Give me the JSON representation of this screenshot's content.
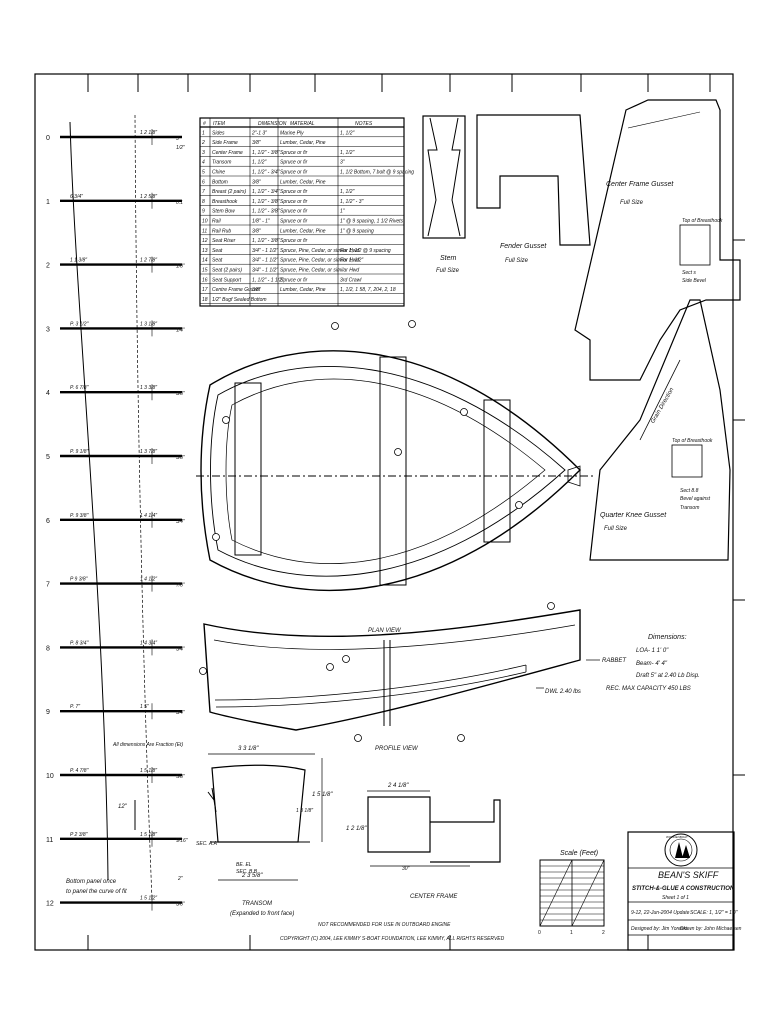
{
  "offsets": {
    "stations": [
      {
        "n": "0",
        "left": "",
        "right": "1 2 1/8\"",
        "right2": "3",
        "right3": "1/2\""
      },
      {
        "n": "1",
        "left": "6 3/4\"",
        "right": "1 2 5/8\"",
        "right2": "0.1"
      },
      {
        "n": "2",
        "left": "1 1 3/8\"",
        "right": "1 2 7/8\"",
        "right2": "1/8\""
      },
      {
        "n": "3",
        "left": "P. 3 1/2\"",
        "right": "1 3 1/8\"",
        "right2": "1/4\""
      },
      {
        "n": "4",
        "left": "P. 6 7/8\"",
        "right": "1 3 3/8\"",
        "right2": "3/8\""
      },
      {
        "n": "5",
        "left": "P. 9 1/8\"",
        "right": "1 3 7/8\"",
        "right2": "3/8\""
      },
      {
        "n": "6",
        "left": "P. 9 3/8\"",
        "right": "1 4 1/4\"",
        "right2": "3/4\""
      },
      {
        "n": "7",
        "left": "P 9 3/8\"",
        "right": "1 4 1/2\"",
        "right2": "7/8\""
      },
      {
        "n": "8",
        "left": "P. 8 3/4\"",
        "right": "1 4 3/4\"",
        "right2": "3/4\""
      },
      {
        "n": "9",
        "left": "P. 7\"",
        "right": "1 5\"",
        "right2": "3/4\""
      },
      {
        "n": "10",
        "left": "P. 4 7/8\"",
        "right": "1 5 1/8\"",
        "right2": "5/8\""
      },
      {
        "n": "11",
        "left": "P 2 3/8\"",
        "right": "1 5 1/8\"",
        "right2": "9/16\""
      },
      {
        "n": "12",
        "left": "",
        "right": "1 5 1/2\"",
        "right2": "3/8\""
      }
    ],
    "note_fitted": "All dimensions Are Fraction (Et)",
    "note_twelve": "12\"",
    "bottom_note_1": "Bottom panel once",
    "bottom_note_2": "to panel the curve of fit",
    "bottom_z": "2\""
  },
  "bom": {
    "headers": [
      "#",
      "ITEM",
      "DIMENSION",
      "MATERIAL",
      "NOTES"
    ],
    "rows": [
      {
        "n": "1",
        "item": "Sides",
        "dim": "2\"-1 3\"",
        "mat": "Marine Ply",
        "note": "1, 1/2\""
      },
      {
        "n": "2",
        "item": "Side Frame",
        "dim": "3/8\"",
        "mat": "Lumber, Cedar, Pine",
        "note": ""
      },
      {
        "n": "3",
        "item": "Center Frame",
        "dim": "1, 1/2\" - 3/8\"",
        "mat": "Spruce or fir",
        "note": "1, 1/2\""
      },
      {
        "n": "4",
        "item": "Transom",
        "dim": "1, 1/2\"",
        "mat": "Spruce or fir",
        "note": "3\""
      },
      {
        "n": "5",
        "item": "Chine",
        "dim": "1, 1/2\" - 3/4\"",
        "mat": "Spruce or fir",
        "note": "1, 1/2 Bottom, 7 bolt @ 9 spacing"
      },
      {
        "n": "6",
        "item": "Bottom",
        "dim": "3/8\"",
        "mat": "Lumber, Cedar, Pine",
        "note": ""
      },
      {
        "n": "7",
        "item": "Breast (2 pairs)",
        "dim": "1, 1/2\" - 3/4\"",
        "mat": "Spruce or fir",
        "note": "1, 1/2\""
      },
      {
        "n": "8",
        "item": "Breasthook",
        "dim": "1, 1/2\" - 3/8\"",
        "mat": "Spruce or fir",
        "note": "1, 1/2\" - 3\""
      },
      {
        "n": "9",
        "item": "Stem Bow",
        "dim": "1, 1/2\" - 3/8\"",
        "mat": "Spruce or fir",
        "note": "1\""
      },
      {
        "n": "10",
        "item": "Rail",
        "dim": "1/8\" - 1\"",
        "mat": "Spruce or fir",
        "note": "1\" @ 9 spacing, 1 1/2 Rivets"
      },
      {
        "n": "11",
        "item": "Rail Rub",
        "dim": "3/8\"",
        "mat": "Lumber, Cedar, Pine",
        "note": "1\" @ 9 spacing"
      },
      {
        "n": "12",
        "item": "Seat Riser",
        "dim": "1, 1/2\" - 3/8\"",
        "mat": "Spruce or fir",
        "note": ""
      },
      {
        "n": "13",
        "item": "Seat",
        "dim": "3/4\" - 1 1/2\"",
        "mat": "Spruce, Pine, Cedar, or similar Hwd",
        "note": "For 1, 1/2 @ 9 spacing"
      },
      {
        "n": "14",
        "item": "Seat",
        "dim": "3/4\" - 1 1/2\"",
        "mat": "Spruce, Pine, Cedar, or similar Hwd",
        "note": "For 1, 1/2\""
      },
      {
        "n": "15",
        "item": "Seat (2 pairs)",
        "dim": "3/4\" - 1 1/2\"",
        "mat": "Spruce, Pine, Cedar, or similar Hwd",
        "note": ""
      },
      {
        "n": "16",
        "item": "Seat Support",
        "dim": "1, 1/2\" - 1 1/2\"",
        "mat": "Spruce or fir",
        "note": "3rd Crawl"
      },
      {
        "n": "17",
        "item": "Centre Frame Gusset",
        "dim": "3/8\"",
        "mat": "Lumber, Cedar, Pine",
        "note": "1, 1/2, 1 58, 7, 204, 2, 18"
      },
      {
        "n": "18",
        "item": "1/2\" Bugf Sealed Bottom",
        "dim": "",
        "mat": "",
        "note": ""
      }
    ]
  },
  "labels": {
    "stem": "Stem",
    "stem_sub": "Full Size",
    "fender": "Fender Gusset",
    "fender_sub": "Full Size",
    "cfg": "Center Frame Gusset",
    "cfg_sub": "Full Size",
    "grain": "Grain Direction",
    "qkg": "Quarter Knee Gusset",
    "qkg_sub": "Full Size",
    "sect1_title": "Top of Breasthook",
    "sect1_a": "Sect s",
    "sect1_b": "Side Bevel",
    "sect2_title": "Top of Breasthook",
    "sect2_a": "Sect 8.8",
    "sect2_b": "Bevel against",
    "sect2_c": "Transom",
    "plan_view": "PLAN VIEW",
    "profile_view": "PROFILE VIEW",
    "rabbet": "RABBET",
    "dwl": "DWL 2.40 lbs",
    "transom": "TRANSOM",
    "transom_sub": "(Expanded to front face)",
    "center_frame": "CENTER FRAME",
    "dim_top": "3 3 1/8\"",
    "dim_bottom": "2 3 5/8\"",
    "dim_side": "1 5 1/8\"",
    "dim_side2": "1 3 1/8\"",
    "cf_top": "2 4 1/8\"",
    "cf_side": "1 2 1/8\"",
    "cf_bot": "30\"",
    "bevel1": "BE. EL",
    "bevel2": "SEC. B.B",
    "sec_aa": "SEC. A.A",
    "not_recommended": "NOT RECOMMENDED FOR USE IN OUTBOARD ENGINE",
    "copyright": "COPYRIGHT (C) 2004, LEE KIMMY S-BOAT FOUNDATION, LEE KIMMY, ALL RIGHTS RESERVED"
  },
  "dimensions": {
    "title": "Dimensions:",
    "loa": "LOA- 1 1' 0\"",
    "beam": "Beam- 4' 4\"",
    "draft": "Draft 5\" at 2.40 Lb Disp.",
    "capacity": "REC. MAX CAPACITY 450 LBS"
  },
  "titleblock": {
    "scale_label": "Scale (Feet)",
    "scale_0": "0",
    "scale_1": "1",
    "scale_2": "2",
    "name": "BEAN'S SKIFF",
    "subtitle": "STITCH-&-GLUE A CONSTRUCTION",
    "sheet": "Sheet 1 of 1",
    "date": "9-12, 22-Jun-2004 Update",
    "scale": "SCALE: 1, 1/2\" = 1'0\"",
    "designed": "Designed by: Jim Yoreski",
    "drawn": "Drawn by: John Michaelsen",
    "seal_text": "WOODENBOAT"
  }
}
